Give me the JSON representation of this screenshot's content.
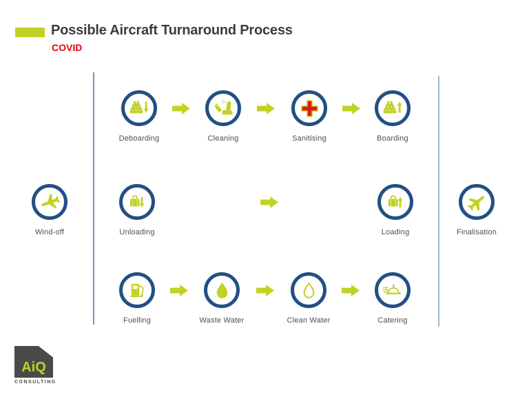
{
  "header": {
    "title": "Possible Aircraft Turnaround Process",
    "subtitle": "COVID"
  },
  "flow": {
    "pre_step": {
      "label": "Wind-off",
      "icon": "plane-arriving-icon"
    },
    "post_step": {
      "label": "Finalisation",
      "icon": "plane-departing-icon"
    },
    "rows": [
      {
        "name": "cabin-row",
        "steps": [
          {
            "label": "Deboarding",
            "icon": "passengers-exit-icon"
          },
          {
            "label": "Cleaning",
            "icon": "spray-seat-icon"
          },
          {
            "label": "Sanitising",
            "icon": "medical-cross-icon"
          },
          {
            "label": "Boarding",
            "icon": "passengers-enter-icon"
          }
        ]
      },
      {
        "name": "baggage-row",
        "steps": [
          {
            "label": "Unloading",
            "icon": "suitcase-down-icon"
          },
          {
            "label": "Loading",
            "icon": "suitcase-up-icon"
          }
        ]
      },
      {
        "name": "service-row",
        "steps": [
          {
            "label": "Fuelling",
            "icon": "fuel-pump-icon"
          },
          {
            "label": "Waste Water",
            "icon": "water-drop-filled-icon"
          },
          {
            "label": "Clean Water",
            "icon": "water-drop-outline-icon"
          },
          {
            "label": "Catering",
            "icon": "cloche-icon"
          }
        ]
      }
    ]
  },
  "logo": {
    "brand": "AiQ",
    "tagline": "CONSULTING"
  },
  "colors": {
    "accent": "#c1d226",
    "navy": "#234f85",
    "red": "#e01b17",
    "red_text": "#ee0000",
    "title": "#3c3c3c",
    "label": "#4d4d4d",
    "line_left": "#7b90b5",
    "line_right": "#9eb6cd",
    "logo_gray": "#4a4a48"
  }
}
